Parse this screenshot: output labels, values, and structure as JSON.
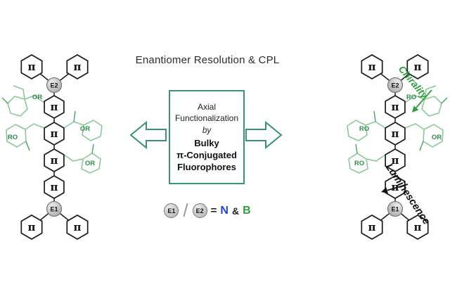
{
  "title": "Enantiomer Resolution & CPL",
  "center_box": {
    "lines": [
      "Axial",
      "Functionalization",
      "by",
      "Bulky",
      "π-Conjugated",
      "Fluorophores"
    ]
  },
  "legend": {
    "e1_label": "E1",
    "e2_label": "E2",
    "slash": "/",
    "equals": "=",
    "nitrogen": "N",
    "ampersand": "&",
    "boron": "B"
  },
  "annotations": {
    "chirality": "Chirality",
    "luminescence": "Luminescence"
  },
  "molecule": {
    "pi": "π",
    "e1": "E1",
    "e2": "E2"
  },
  "left_molecule": {
    "substituent_labels": [
      "OR",
      "RO",
      "OR",
      "OR"
    ]
  },
  "right_molecule": {
    "substituent_labels": [
      "RO",
      "OR",
      "RO",
      "RO"
    ]
  },
  "colors": {
    "teal_outline": "#3d8f7a",
    "green_accent": "#2e9e3f",
    "light_green": "#8cc79a",
    "nitrogen_blue": "#2244cc",
    "node_gray": "#c6c6c6"
  }
}
